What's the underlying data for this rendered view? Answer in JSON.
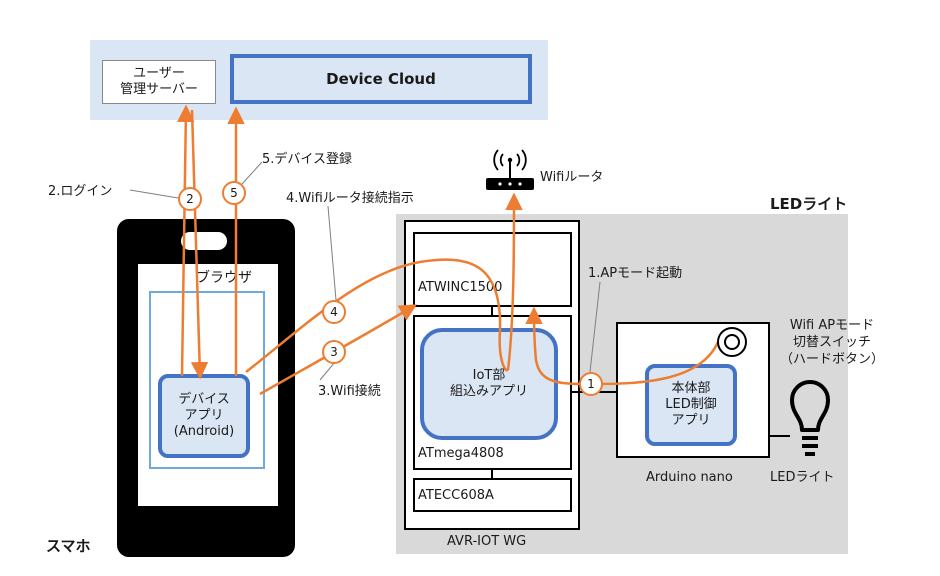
{
  "cloud": {
    "user_server_line1": "ユーザー",
    "user_server_line2": "管理サーバー",
    "device_cloud": "Device Cloud"
  },
  "phone": {
    "label": "スマホ",
    "browser_label": "ブラウザ",
    "app_line1": "デバイス",
    "app_line2": "アプリ",
    "app_line3": "(Android)"
  },
  "router": {
    "label": "Wifiルータ"
  },
  "led_light": {
    "zone_label": "LEDライト",
    "board_label": "AVR-IOT WG",
    "atwinc": "ATWINC1500",
    "atmega": "ATmega4808",
    "atecc": "ATECC608A",
    "iot_line1": "IoT部",
    "iot_line2": "組込みアプリ",
    "arduino_label": "Arduino nano",
    "main_line1": "本体部",
    "main_line2": "LED制御",
    "main_line3": "アプリ",
    "switch_line1": "Wifi APモード",
    "switch_line2": "切替スイッチ",
    "switch_line3": "（ハードボタン）",
    "bulb_label": "LEDライト"
  },
  "steps": {
    "s1": {
      "num": "1",
      "text": "1.APモード起動"
    },
    "s2": {
      "num": "2",
      "text": "2.ログイン"
    },
    "s3": {
      "num": "3",
      "text": "3.Wifi接続"
    },
    "s4": {
      "num": "4",
      "text": "4.Wifiルータ接続指示"
    },
    "s5": {
      "num": "5",
      "text": "5.デバイス登録"
    }
  },
  "colors": {
    "accent": "#ed7d31",
    "box_border": "#4472c4",
    "box_fill": "#dbe6f4"
  }
}
